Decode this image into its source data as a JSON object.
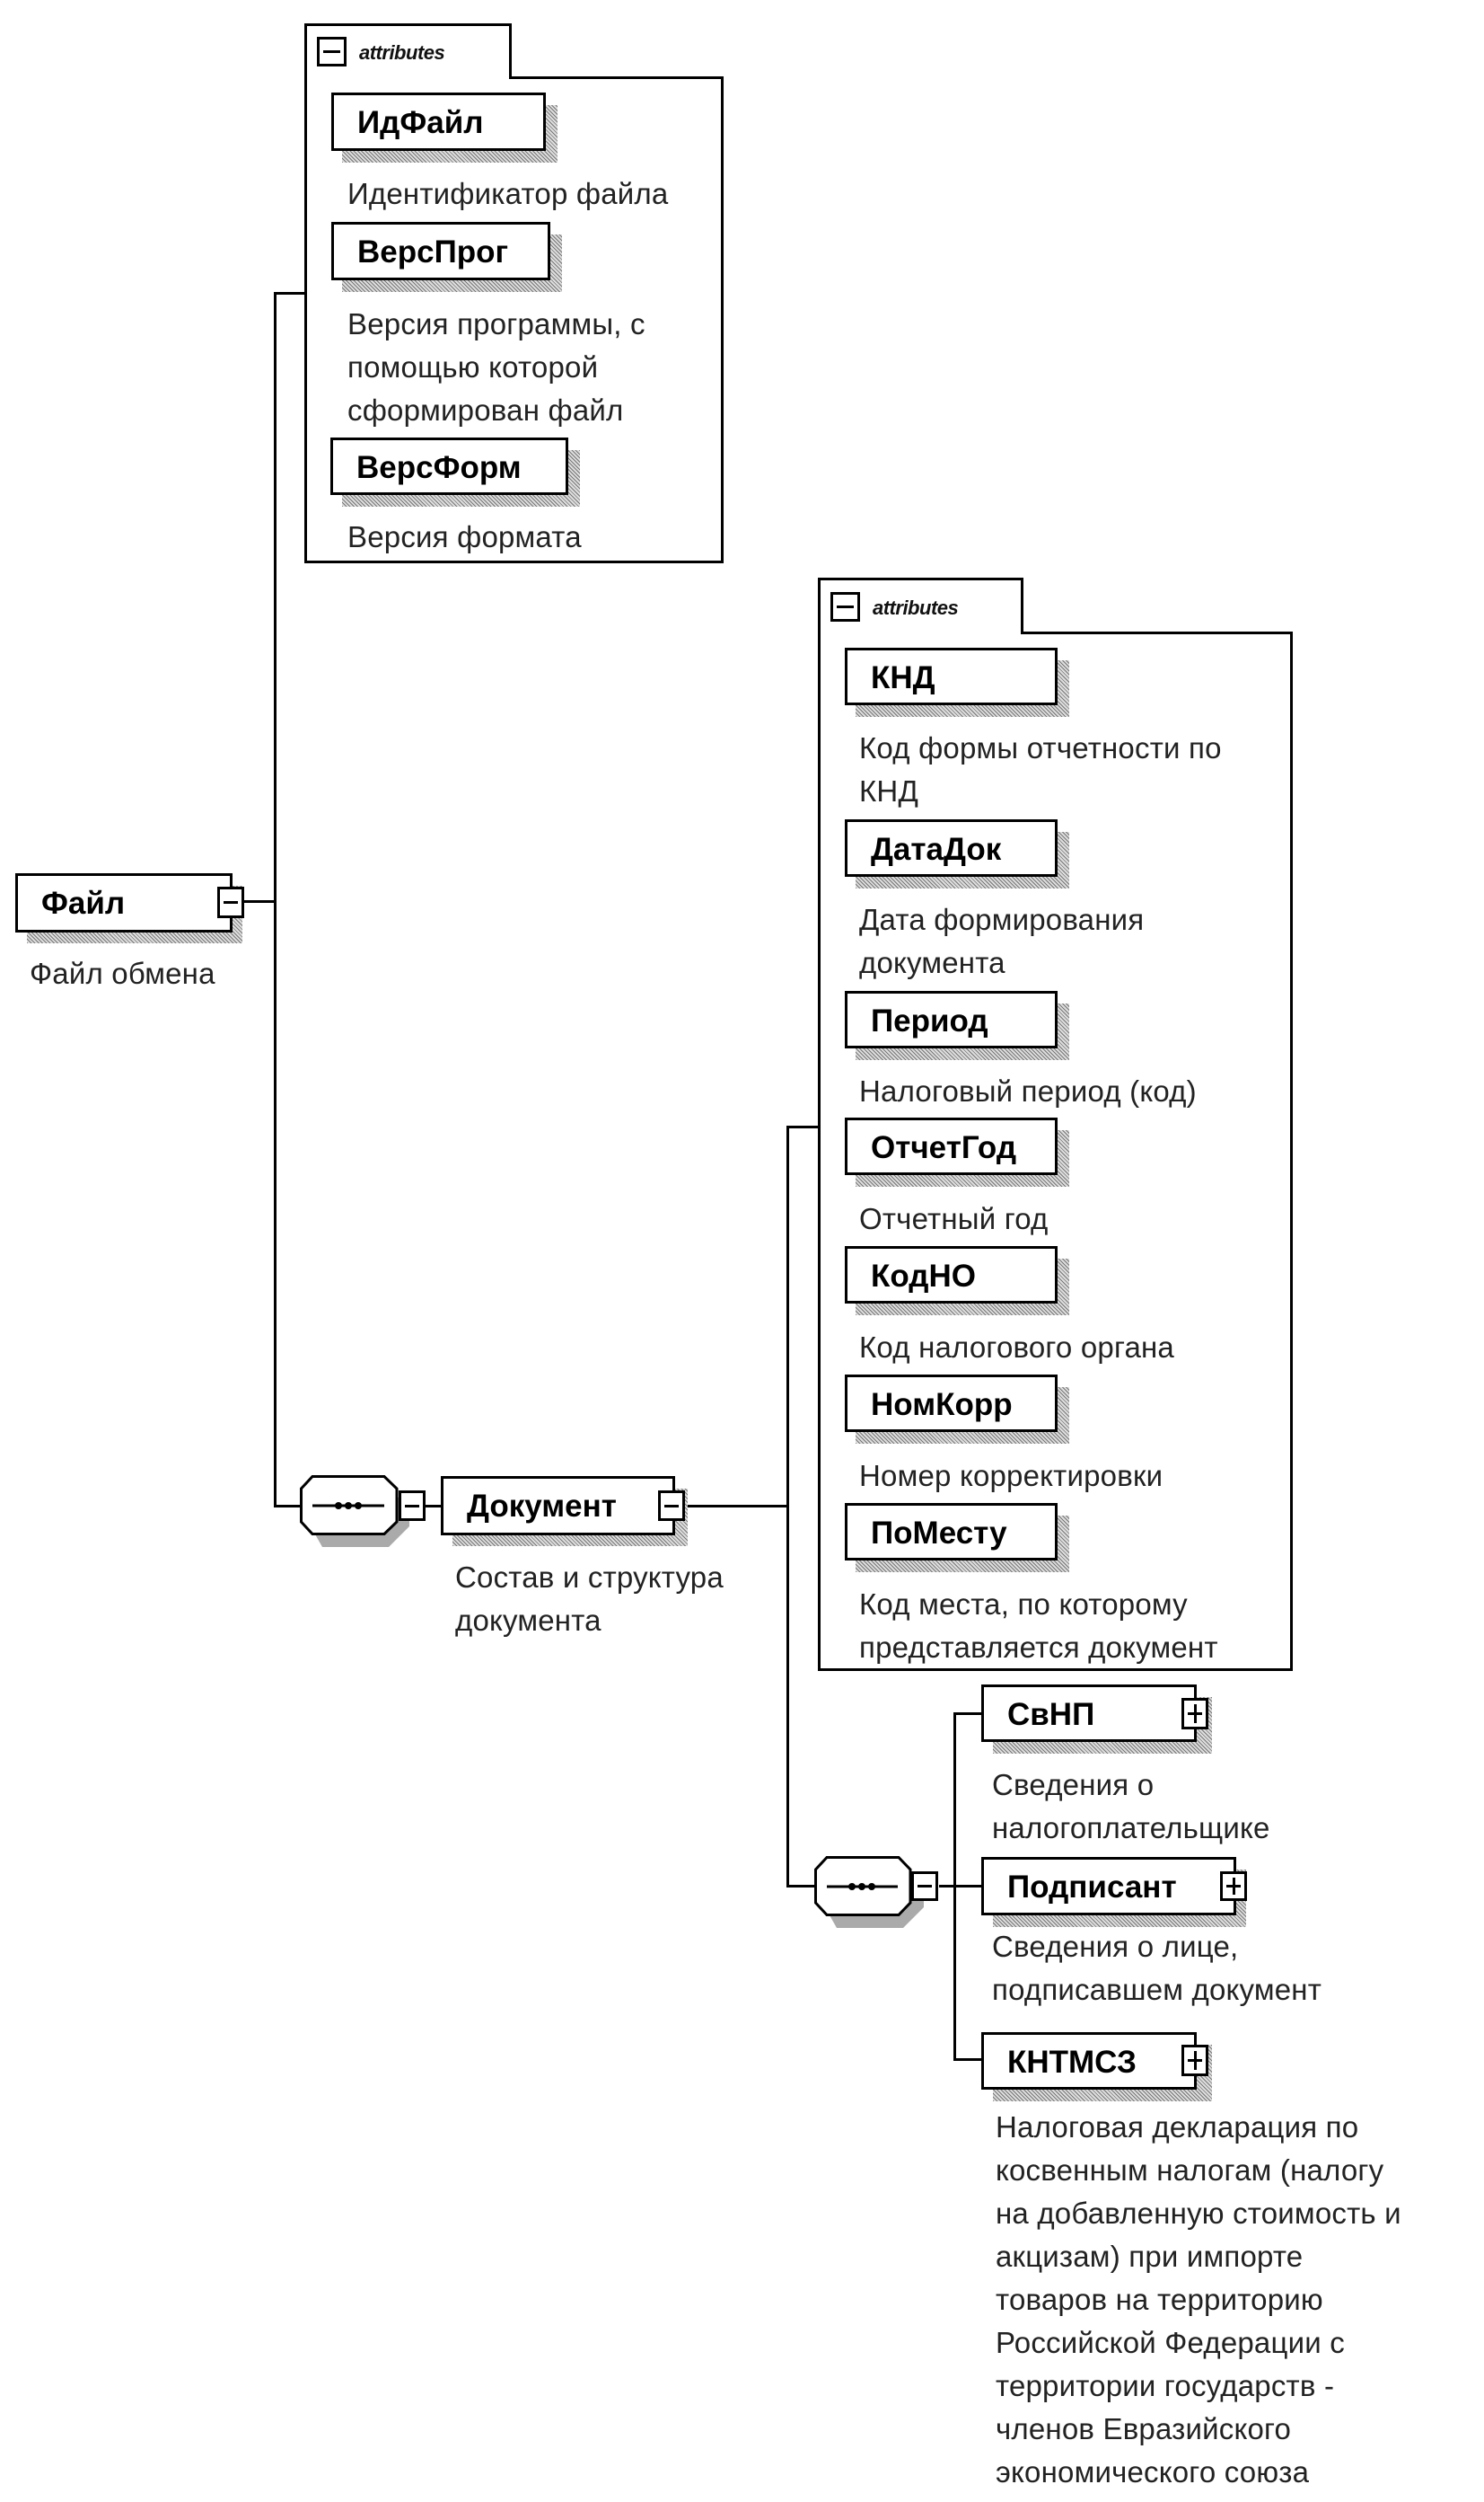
{
  "diagram": {
    "root": {
      "name": "Файл",
      "description": "Файл обмена",
      "toggle": "collapse",
      "attributes_label": "attributes",
      "attributes": [
        {
          "name": "ИдФайл",
          "description": "Идентификатор файла"
        },
        {
          "name": "ВерсПрог",
          "description": "Версия программы, с\nпомощью которой\nсформирован файл"
        },
        {
          "name": "ВерсФорм",
          "description": "Версия формата"
        }
      ]
    },
    "sequence_1": {
      "type": "sequence",
      "toggle": "collapse"
    },
    "document": {
      "name": "Документ",
      "description": "Состав и структура\nдокумента",
      "toggle": "collapse",
      "attributes_label": "attributes",
      "attributes": [
        {
          "name": "КНД",
          "description": "Код формы отчетности по\nКНД"
        },
        {
          "name": "ДатаДок",
          "description": "Дата формирования\nдокумента"
        },
        {
          "name": "Период",
          "description": "Налоговый период (код)"
        },
        {
          "name": "ОтчетГод",
          "description": "Отчетный год"
        },
        {
          "name": "КодНО",
          "description": "Код налогового органа"
        },
        {
          "name": "НомКорр",
          "description": "Номер корректировки"
        },
        {
          "name": "ПоМесту",
          "description": "Код места, по которому\nпредставляется документ"
        }
      ]
    },
    "sequence_2": {
      "type": "sequence",
      "toggle": "collapse"
    },
    "children": [
      {
        "name": "СвНП",
        "description": "Сведения о\nналогоплательщике",
        "toggle": "expand"
      },
      {
        "name": "Подписант",
        "description": "Сведения о лице,\nподписавшем документ",
        "toggle": "expand"
      },
      {
        "name": "КНТМСЗ",
        "description": "Налоговая декларация по\nкосвенным налогам (налогу\nна добавленную стоимость и\nакцизам) при импорте\nтоваров на территорию\nРоссийской Федерации с\nтерритории государств -\nчленов Евразийского\nэкономического союза",
        "toggle": "expand"
      }
    ]
  }
}
